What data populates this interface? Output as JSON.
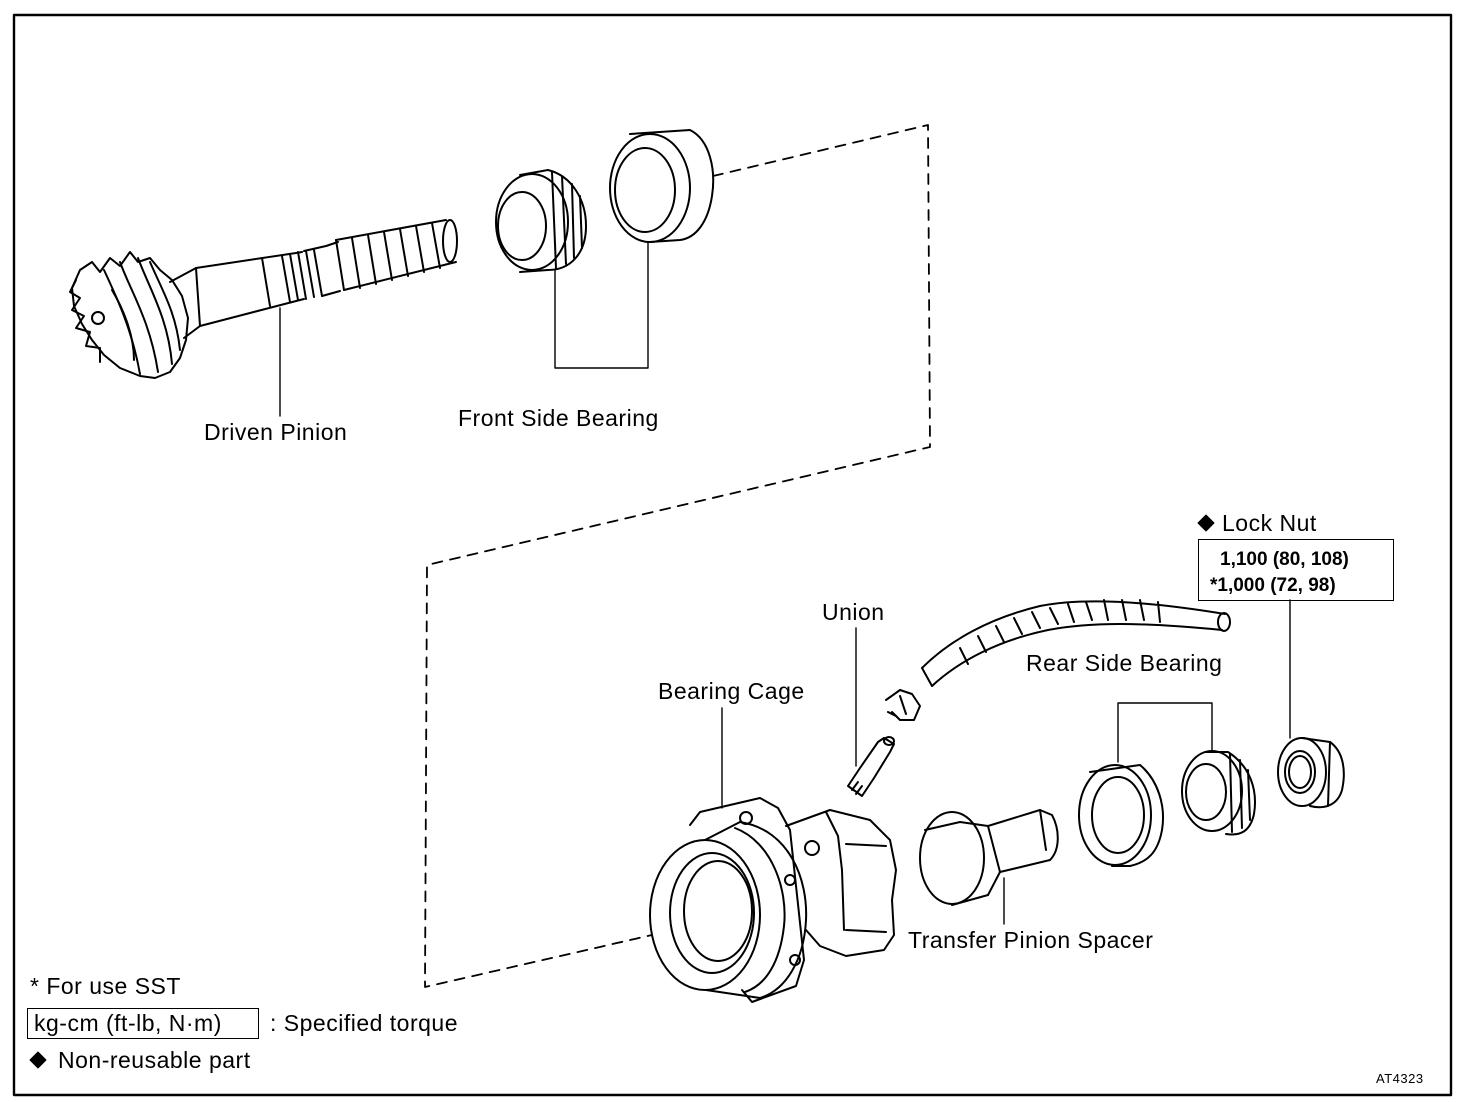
{
  "parts": {
    "driven_pinion": "Driven Pinion",
    "front_side_bearing": "Front Side Bearing",
    "lock_nut": "Lock Nut",
    "union": "Union",
    "rear_side_bearing": "Rear Side Bearing",
    "bearing_cage": "Bearing Cage",
    "transfer_pinion_spacer": "Transfer Pinion Spacer"
  },
  "torque": {
    "standard": "1,100 (80, 108)",
    "sst": "*1,000 (72, 98)"
  },
  "legend": {
    "sst_note": "* For use SST",
    "torque_units": "kg-cm (ft-lb, N·m)",
    "torque_desc": ": Specified torque",
    "nonreusable": "Non-reusable part"
  },
  "symbols": {
    "nonreusable_marker": "diamond-icon"
  },
  "figure_code": "AT4323"
}
